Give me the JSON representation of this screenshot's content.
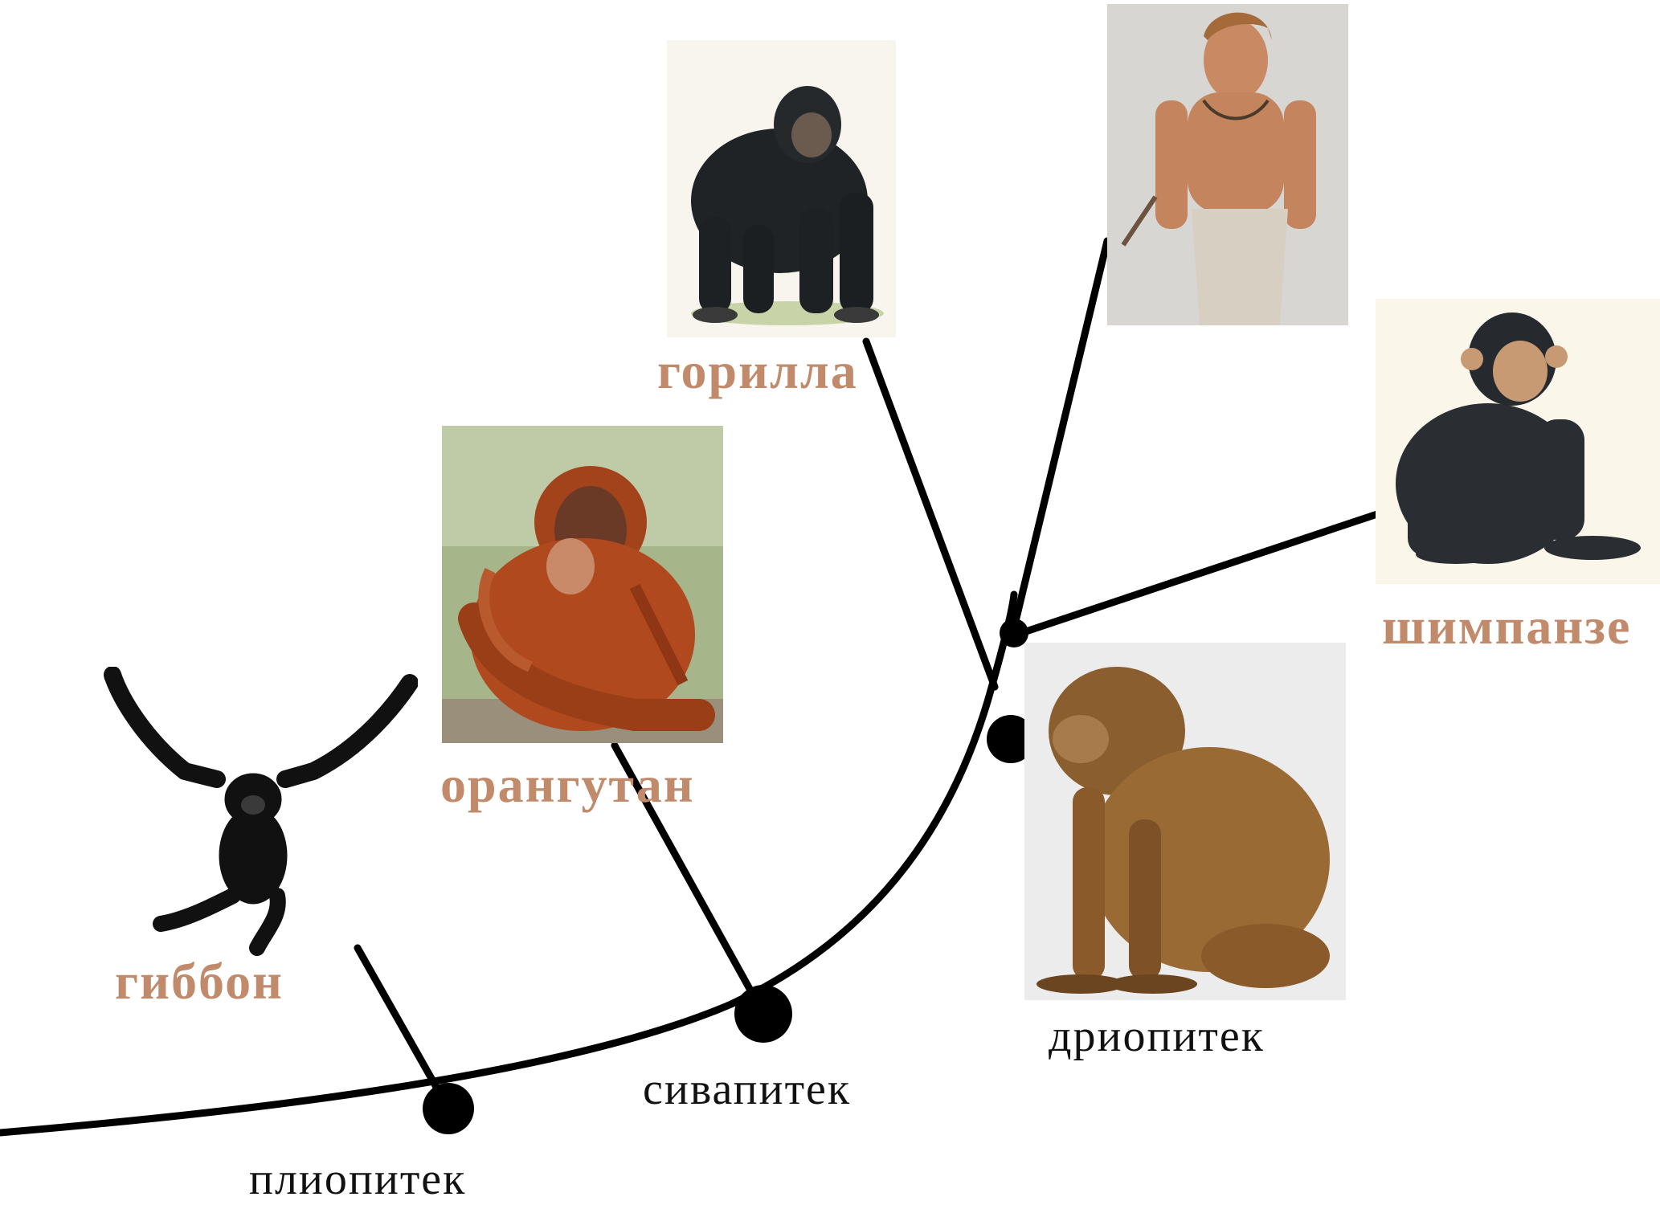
{
  "diagram": {
    "species": {
      "gibbon": "гиббон",
      "orangutan": "орангутан",
      "gorilla": "горилла",
      "chimpanzee": "шимпанзе"
    },
    "ancestors": {
      "pliopithecus": "плиопитек",
      "sivapithecus": "сивапитек",
      "dryopithecus": "дриопитек"
    },
    "pictures": [
      "gibbon",
      "orangutan",
      "gorilla",
      "human",
      "chimpanzee",
      "dryopithecus"
    ]
  },
  "colors": {
    "species_label": "#c18a6b",
    "ancestor_label": "#111111",
    "tree_line": "#000000",
    "node": "#000000"
  }
}
